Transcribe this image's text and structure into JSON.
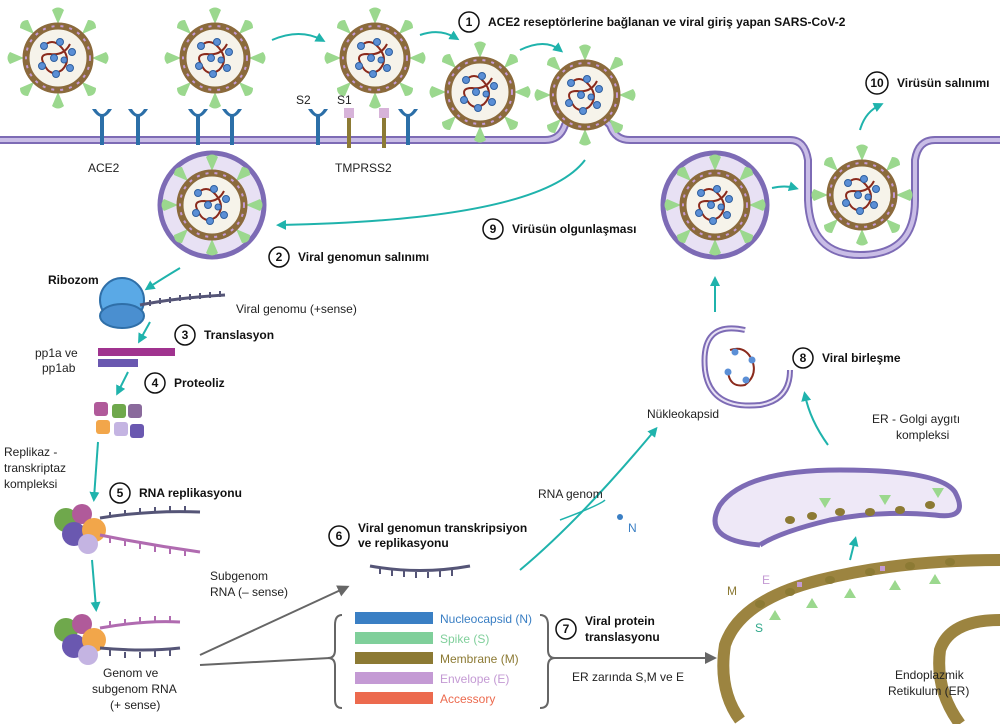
{
  "steps": [
    {
      "num": "1",
      "label": "ACE2 reseptörlerine bağlanan ve viral giriş yapan SARS-CoV-2"
    },
    {
      "num": "2",
      "label": "Viral genomun salınımı"
    },
    {
      "num": "3",
      "label": "Translasyon"
    },
    {
      "num": "4",
      "label": "Proteoliz"
    },
    {
      "num": "5",
      "label": "RNA replikasyonu"
    },
    {
      "num": "6",
      "label_line1": "Viral genomun transkripsiyon",
      "label_line2": "ve replikasyonu"
    },
    {
      "num": "7",
      "label_line1": "Viral protein",
      "label_line2": "translasyonu"
    },
    {
      "num": "8",
      "label": "Viral birleşme"
    },
    {
      "num": "9",
      "label": "Virüsün olgunlaşması"
    },
    {
      "num": "10",
      "label": "Virüsün salınımı"
    }
  ],
  "labels": {
    "ace2": "ACE2",
    "s2": "S2",
    "s1": "S1",
    "tmprss2": "TMPRSS2",
    "ribozom": "Ribozom",
    "viral_genome": "Viral genomu (+sense)",
    "pp1a": "pp1a  ve",
    "pp1ab": "pp1ab",
    "replikaz_1": "Replikaz -",
    "replikaz_2": "transkriptaz",
    "replikaz_3": "kompleksi",
    "subgenom_1": "Subgenom",
    "subgenom_2": "RNA (– sense)",
    "genom_1": "Genom ve",
    "genom_2": "subgenom RNA",
    "genom_3": "(+ sense)",
    "rna_genom": "RNA genom",
    "n_label": "N",
    "nukleokapsid": "Nükleokapsid",
    "er_golgi_1": "ER - Golgi aygıtı",
    "er_golgi_2": "kompleksi",
    "er_surface": "ER zarında S,M ve E",
    "m_label": "M",
    "e_label": "E",
    "s_label": "S",
    "er_1": "Endoplazmik",
    "er_2": "Retikulum (ER)"
  },
  "legend": [
    {
      "label": "Nucleocapsid (N)",
      "color": "#3a7fc4"
    },
    {
      "label": "Spike (S)",
      "color": "#7fcf9a"
    },
    {
      "label": "Membrane (M)",
      "color": "#8c7a34"
    },
    {
      "label": "Envelope (E)",
      "color": "#c49ad4"
    },
    {
      "label": "Accessory",
      "color": "#ec6a4e"
    }
  ],
  "colors": {
    "membrane_fill": "#c9bde6",
    "membrane_stroke": "#7d6bb5",
    "arrow_teal": "#1fb3ac",
    "arrow_gray": "#666666",
    "virus_ring": "#8b6a3c",
    "spike": "#9bd88e",
    "er": "#9c8440"
  }
}
